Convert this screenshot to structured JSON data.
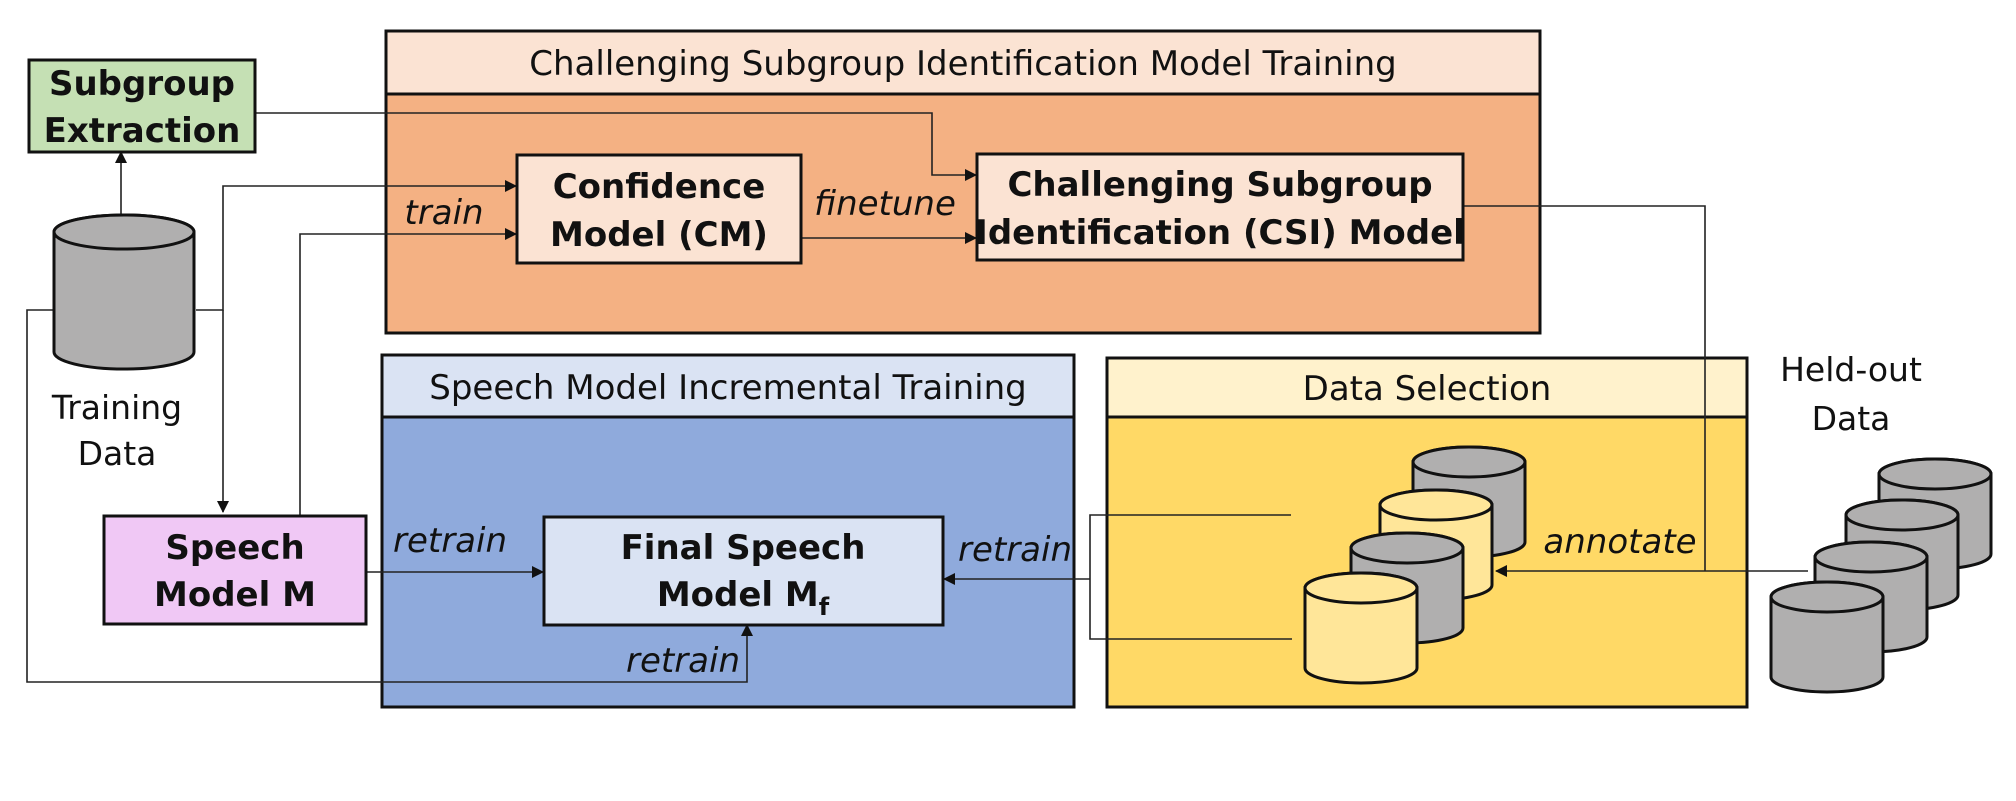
{
  "colors": {
    "orange_header": "#fbe3d3",
    "orange_body": "#f4b183",
    "blue_header": "#dae3f3",
    "blue_body": "#8faadc",
    "yellow_header": "#fff2cc",
    "yellow_body": "#ffd966",
    "green_box": "#c5e0b4",
    "pink_box": "#f0c8f5",
    "inner_orange": "#fbe3d3",
    "inner_blue": "#dae3f3",
    "cylinder_gray": "#b0afaf",
    "cylinder_yellow": "#ffe699"
  },
  "panels": {
    "csi_training": {
      "title": "Challenging Subgroup Identification Model Training"
    },
    "speech_training": {
      "title": "Speech Model Incremental Training"
    },
    "data_selection": {
      "title": "Data Selection"
    }
  },
  "nodes": {
    "subgroup_extraction": {
      "line1": "Subgroup",
      "line2": "Extraction"
    },
    "training_data": {
      "line1": "Training",
      "line2": "Data"
    },
    "confidence_model": {
      "line1": "Confidence",
      "line2": "Model (CM)"
    },
    "csi_model": {
      "line1": "Challenging Subgroup",
      "line2": "Identification (CSI) Model"
    },
    "speech_model": {
      "line1": "Speech",
      "line2": "Model M"
    },
    "final_speech_model": {
      "line1": "Final Speech",
      "line2": "Model M",
      "subscript": "f"
    },
    "heldout_data": {
      "line1": "Held-out",
      "line2": "Data"
    }
  },
  "edge_labels": {
    "train": "train",
    "finetune": "finetune",
    "retrain_speech": "retrain",
    "retrain_selection": "retrain",
    "retrain_training": "retrain",
    "annotate": "annotate"
  }
}
